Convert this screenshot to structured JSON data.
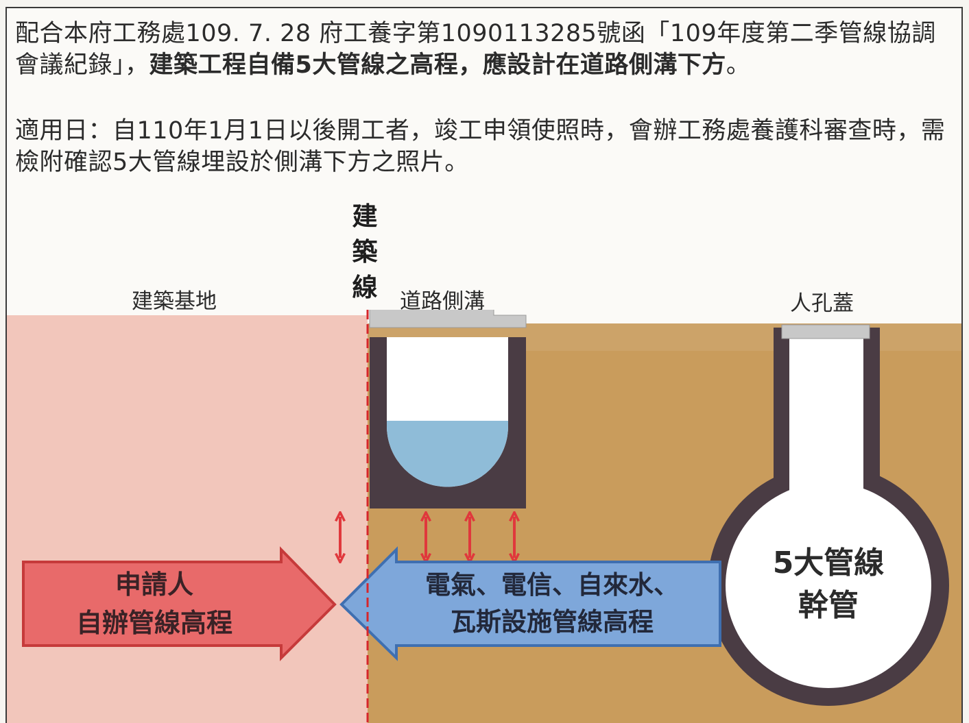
{
  "text": {
    "para1_normal": "配合本府工務處109. 7. 28 府工養字第1090113285號函「109年度第二季管線協調會議紀錄」，",
    "para1_bold": "建築工程自備5大管線之高程，應設計在道路側溝下方",
    "para1_end": "。",
    "para2": "適用日：自110年1月1日以後開工者，竣工申領使照時，會辦工務處養護科審查時，需檢附確認5大管線埋設於側溝下方之照片。"
  },
  "labels": {
    "building_site": "建築基地",
    "building_line": "建築線",
    "road_ditch": "道路側溝",
    "manhole_cover": "人孔蓋"
  },
  "arrows": {
    "applicant_line1": "申請人",
    "applicant_line2": "自辦管線高程",
    "utilities_line1": "電氣、電信、自來水、",
    "utilities_line2": "瓦斯設施管線高程"
  },
  "main_pipe": {
    "line1": "5大管線",
    "line2": "幹管"
  },
  "colors": {
    "site_pink": "#f2c6bb",
    "soil": "#c99c5c",
    "wall_dark": "#4a3c44",
    "water": "#8fbcd8",
    "red_arrow": "#e86a6a",
    "blue_arrow": "#7ea7da",
    "dashed_line": "#d6262b"
  }
}
